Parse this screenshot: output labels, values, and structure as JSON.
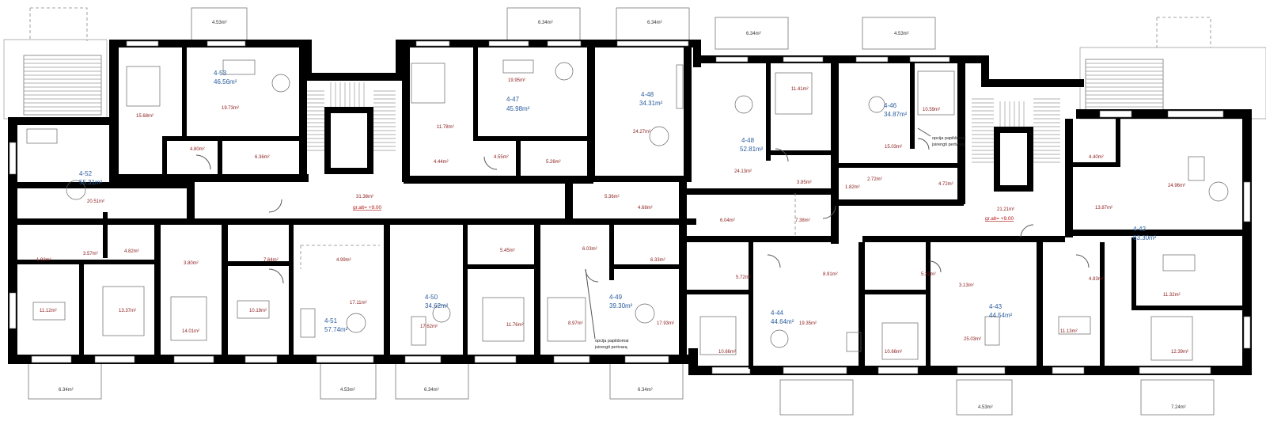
{
  "apartments": [
    {
      "id": "4-53",
      "area": "46.56m²"
    },
    {
      "id": "4-47",
      "area": "45.98m²"
    },
    {
      "id": "4-48",
      "area": "34.31m²"
    },
    {
      "id": "4-48",
      "area": "52.81m²"
    },
    {
      "id": "4-46",
      "area": "34.87m²"
    },
    {
      "id": "4-52",
      "area": "55.31m²"
    },
    {
      "id": "4-51",
      "area": "57.74m²"
    },
    {
      "id": "4-50",
      "area": "34.62m²"
    },
    {
      "id": "4-49",
      "area": "39.30m²"
    },
    {
      "id": "4-44",
      "area": "44.64m²"
    },
    {
      "id": "4-43",
      "area": "44.54m²"
    },
    {
      "id": "4-42",
      "area": "83.30m²"
    }
  ],
  "balconies": [
    "4.53m²",
    "6.34m²",
    "6.34m²",
    "6.34m²",
    "4.53m²",
    "6.34m²",
    "4.53m²",
    "6.34m²",
    "6.34m²",
    "4.53m²",
    "7.24m²"
  ],
  "rooms": [
    "15.68m²",
    "19.73m²",
    "4.80m²",
    "6.36m²",
    "11.78m²",
    "19.95m²",
    "4.44m²",
    "4.55m²",
    "5.26m²",
    "24.27m²",
    "11.41m²",
    "10.59m²",
    "24.13m²",
    "15.03m²",
    "3.85m²",
    "1.82m²",
    "2.72m²",
    "4.72m²",
    "4.40m²",
    "24.96m²",
    "20.51m²",
    "31.38m²",
    "5.36m²",
    "4.68m²",
    "6.04m²",
    "7.38m²",
    "21.21m²",
    "13.87m²",
    "3.57m²",
    "1.92m²",
    "4.82m²",
    "3.80m²",
    "7.64m²",
    "4.99m²",
    "5.45m²",
    "6.03m²",
    "6.33m²",
    "5.72m²",
    "8.91m²",
    "5.32m²",
    "3.13m²",
    "4.83m²",
    "11.12m²",
    "13.37m²",
    "14.01m²",
    "10.19m²",
    "17.11m²",
    "17.62m²",
    "11.76m²",
    "8.97m²",
    "17.93m²",
    "10.66m²",
    "19.35m²",
    "10.66m²",
    "25.03m²",
    "11.13m²",
    "11.32m²",
    "12.39m²"
  ],
  "levels": [
    "gr.alt= +9.00",
    "gr.alt= +9.00"
  ],
  "notes": [
    "opcija papildomai",
    "įsirengti pertvarą",
    "opcija papildomai",
    "įsirengti pertvarą"
  ]
}
